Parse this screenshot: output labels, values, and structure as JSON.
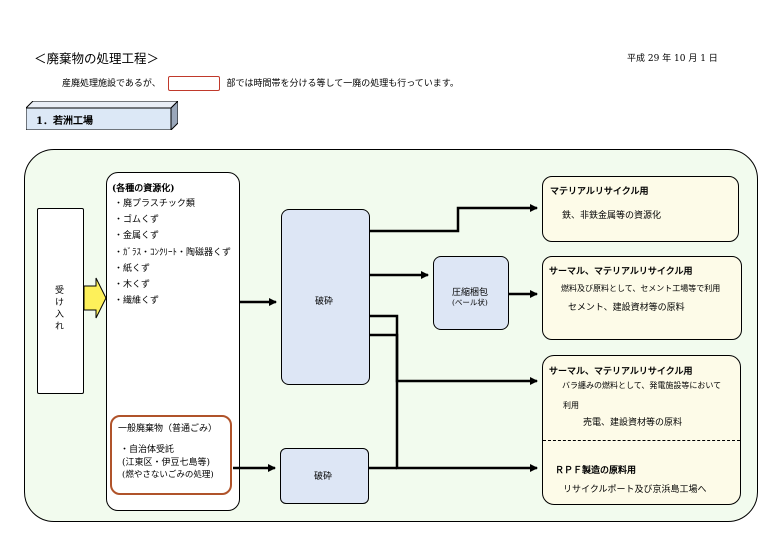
{
  "header": {
    "title": "＜廃棄物の処理工程＞",
    "date": "平成 29 年 10 月 1 日",
    "note_before": "産廃処理施設であるが、",
    "note_after": "部では時間帯を分ける等して一廃の処理も行っています。"
  },
  "section": {
    "label": "1．若洲工場"
  },
  "intake": {
    "label": "受け入れ"
  },
  "resources": {
    "heading": "(各種の資源化)",
    "items": [
      "・廃プラスチック類",
      "・ゴムくず",
      "・金属くず",
      "・ｶﾞﾗｽ・ｺﾝｸﾘｰﾄ・陶磁器くず",
      "・紙くず",
      "・木くず",
      "・繊維くず"
    ]
  },
  "general_waste": {
    "title": "一般廃棄物（普通ごみ）",
    "line1": "・自治体受託",
    "line2": "(江東区・伊豆七島等)",
    "line3": "(燃やさないごみの処理)"
  },
  "crusher_main": {
    "label": "破砕"
  },
  "crusher_small": {
    "label": "破砕"
  },
  "compress": {
    "label": "圧縮梱包",
    "sub": "(ベール状)"
  },
  "outputs": {
    "material": {
      "title": "マテリアルリサイクル用",
      "line1": "鉄、非鉄金属等の資源化"
    },
    "thermal1": {
      "title": "サーマル、マテリアルリサイクル用",
      "line1": "燃料及び原料として、セメント工場等で利用",
      "line2": "セメント、建設資材等の原料"
    },
    "thermal2": {
      "title": "サーマル、マテリアルリサイクル用",
      "line1": "バラ纏みの燃料として、発電施設等において",
      "line2": "利用",
      "line3": "売電、建設資材等の原料"
    },
    "rpf": {
      "title": "ＲＰＦ製造の原料用",
      "line1": "リサイクルポート及び京浜島工場へ"
    }
  },
  "colors": {
    "outer_bg": "#f2fbee",
    "crusher_bg": "#dde6f5",
    "output_bg": "#fdfbe8",
    "section_bg": "#dce8f6",
    "general_border": "#b0532a",
    "highlight_border": "#c0392b",
    "arrow_yellow": "#fdf05a"
  }
}
